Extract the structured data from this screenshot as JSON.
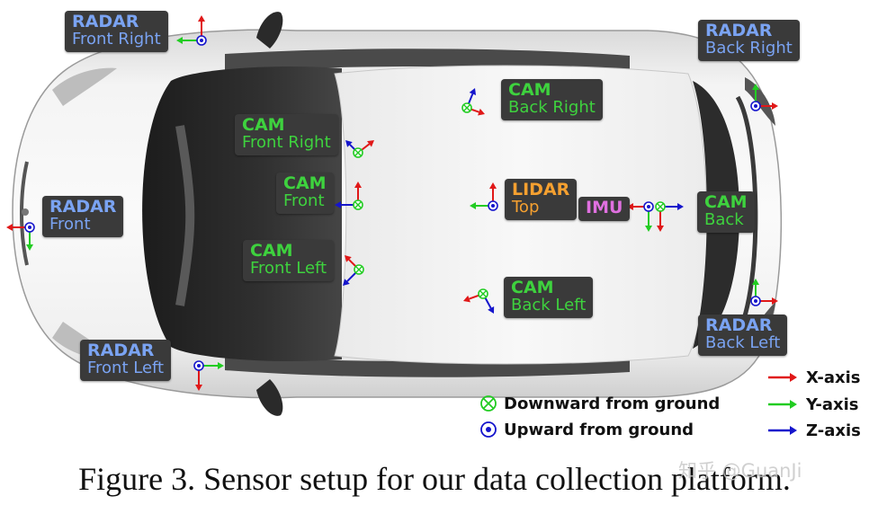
{
  "sensors": {
    "radar_front_right": {
      "title": "RADAR",
      "sub": "Front Right"
    },
    "radar_back_right": {
      "title": "RADAR",
      "sub": "Back Right"
    },
    "radar_front": {
      "title": "RADAR",
      "sub": "Front"
    },
    "radar_front_left": {
      "title": "RADAR",
      "sub": "Front Left"
    },
    "radar_back_left": {
      "title": "RADAR",
      "sub": "Back Left"
    },
    "cam_front_right": {
      "title": "CAM",
      "sub": "Front Right"
    },
    "cam_front": {
      "title": "CAM",
      "sub": "Front"
    },
    "cam_front_left": {
      "title": "CAM",
      "sub": "Front Left"
    },
    "cam_back_right": {
      "title": "CAM",
      "sub": "Back Right"
    },
    "cam_back_left": {
      "title": "CAM",
      "sub": "Back Left"
    },
    "cam_back": {
      "title": "CAM",
      "sub": "Back"
    },
    "lidar_top": {
      "title": "LIDAR",
      "sub": "Top"
    },
    "imu": {
      "title": "IMU"
    }
  },
  "legend": {
    "downward": "Downward from ground",
    "upward": "Upward from ground",
    "x_axis": "X-axis",
    "y_axis": "Y-axis",
    "z_axis": "Z-axis"
  },
  "colors": {
    "x_axis": "#e01818",
    "y_axis": "#22cc22",
    "z_axis": "#1515cc",
    "radar_text": "#7aa3f2",
    "cam_text": "#3ed23e",
    "lidar_text": "#f5a030",
    "imu_text": "#e070e0",
    "label_bg": "#3a3a3a"
  },
  "caption": "Figure 3. Sensor setup for our data collection platform.",
  "watermark": "知乎 @GuanJi"
}
